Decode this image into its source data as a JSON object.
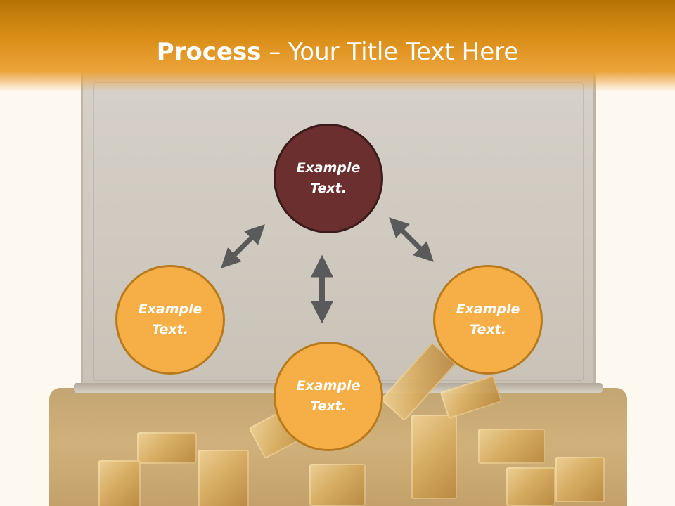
{
  "slide": {
    "title_bold": "Process",
    "title_rest": " – Your Title Text Here"
  },
  "nodes": {
    "top": "Example Text.",
    "left": "Example Text.",
    "right": "Example Text.",
    "bottom": "Example Text."
  },
  "colors": {
    "header": "#d98d16",
    "top_node": "#6b2f2f",
    "orange_node": "#f6af46",
    "arrow": "#5a5a5a"
  },
  "icons": [
    "double-arrow-icon",
    "briefcase-of-gold-bars-image"
  ]
}
